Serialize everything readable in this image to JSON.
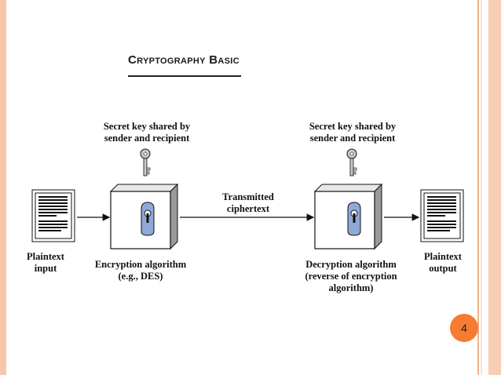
{
  "slide": {
    "title": "Cryptography Basic",
    "page_number": "4"
  },
  "diagram": {
    "secret_key_left": "Secret key shared by\nsender and recipient",
    "secret_key_right": "Secret key shared by\nsender and recipient",
    "transmitted": "Transmitted\nciphertext",
    "plaintext_input": "Plaintext\ninput",
    "encryption": "Encryption algorithm\n(e.g., DES)",
    "decryption": "Decryption algorithm\n(reverse of encryption\nalgorithm)",
    "plaintext_output": "Plaintext\noutput"
  },
  "colors": {
    "accent": "#f47c33",
    "frame": "#f6c7ad",
    "lock": "#8fa8d8"
  }
}
